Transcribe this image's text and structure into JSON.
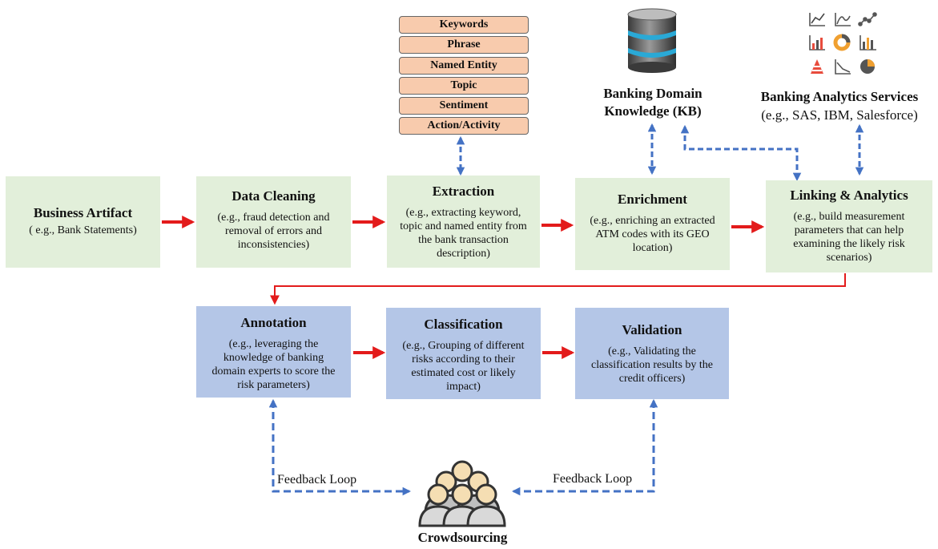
{
  "pipeline": [
    {
      "title": "Business Artifact",
      "desc": "( e.g., Bank Statements)"
    },
    {
      "title": "Data Cleaning",
      "desc": "(e.g., fraud detection and removal of errors and inconsistencies)"
    },
    {
      "title": "Extraction",
      "desc": "(e.g., extracting keyword, topic and named entity from the bank transaction description)"
    },
    {
      "title": "Enrichment",
      "desc": "(e.g., enriching an extracted ATM codes with its GEO location)"
    },
    {
      "title": "Linking & Analytics",
      "desc": "(e.g., build measurement parameters that can help examining the likely risk scenarios)"
    }
  ],
  "review": [
    {
      "title": "Annotation",
      "desc": "(e.g., leveraging the knowledge of banking domain experts to score the risk parameters)"
    },
    {
      "title": "Classification",
      "desc": "(e.g., Grouping of different risks according to their estimated cost or likely impact)"
    },
    {
      "title": "Validation",
      "desc": "(e.g., Validating the classification results by the credit officers)"
    }
  ],
  "extraction_types": [
    "Keywords",
    "Phrase",
    "Named Entity",
    "Topic",
    "Sentiment",
    "Action/Activity"
  ],
  "kb": {
    "title_line1": "Banking Domain",
    "title_line2": "Knowledge (KB)",
    "icon": "database-icon"
  },
  "analytics": {
    "title": "Banking Analytics Services",
    "subtitle": "(e.g., SAS, IBM, Salesforce)",
    "icons": [
      "line-chart-icon",
      "area-chart-icon",
      "scatter-chart-icon",
      "bar-chart-icon",
      "donut-chart-icon",
      "column-chart-icon",
      "pyramid-chart-icon",
      "down-trend-chart-icon",
      "pie-chart-icon"
    ]
  },
  "feedback": {
    "left": "Feedback Loop",
    "right": "Feedback Loop"
  },
  "crowd": {
    "label": "Crowdsourcing",
    "icon": "crowd-icon"
  },
  "colors": {
    "process_box": "#e2efda",
    "review_box": "#b4c6e7",
    "extraction_tag": "#f8cbad",
    "flow_arrow": "#e31b1b",
    "link_arrow": "#4472c4"
  }
}
